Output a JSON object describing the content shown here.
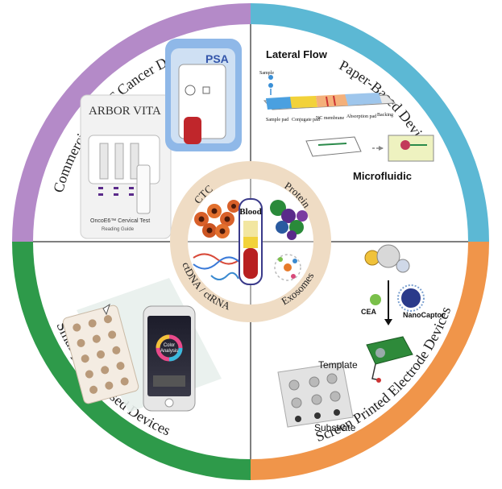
{
  "quadrants": {
    "top_left": {
      "title": "Commercial POCT Cancer Devices",
      "color": "#b48ac8"
    },
    "top_right": {
      "title": "Paper-Based Devices",
      "color": "#5cb8d4"
    },
    "bottom_left": {
      "title": "Smartphone-Based Devices",
      "color": "#2e9a4a"
    },
    "bottom_right": {
      "title": "Screen Printed Electrode Devices",
      "color": "#f0954a"
    }
  },
  "center": {
    "ring_color": "#efdcc4",
    "labels": {
      "ctc": "CTC",
      "protein": "Protein",
      "ctdna": "ctDNA / ctRNA",
      "exosomes": "Exosomes",
      "blood": "Blood"
    }
  },
  "cassette": {
    "brand": "ARBOR VITA",
    "test_name": "OncoE6™ Cervical Test",
    "subtitle": "Reading Guide",
    "psa_label": "PSA"
  },
  "paper": {
    "lateral_flow": "Lateral Flow",
    "microfluidic": "Microfluidic",
    "strip_labels": [
      "Sample",
      "Sample pad",
      "Conjugate pad",
      "NC membrane",
      "Absorption pad",
      "Backing"
    ]
  },
  "spe": {
    "cea": "CEA",
    "nanocaptor": "NanoCaptor",
    "template": "Template",
    "substrate": "Substrate"
  },
  "phone": {
    "app_line1": "Color",
    "app_line2": "Analysis"
  }
}
